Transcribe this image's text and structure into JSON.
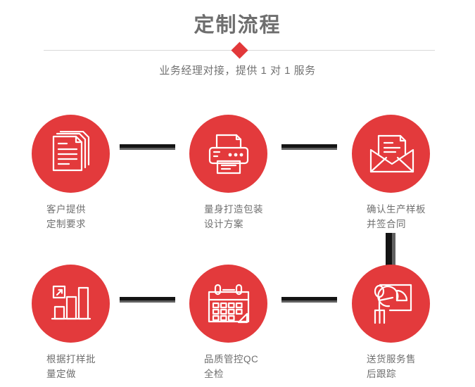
{
  "header": {
    "title": "定制流程",
    "subtitle": "业务经理对接，提供 1 对 1 服务",
    "diamond_icon": "diamond-accent-icon"
  },
  "colors": {
    "accent_red": "#e33a3c",
    "title_gray": "#6e6e6e",
    "label_gray": "#6f6f6f",
    "divider_gray": "#d9d9d9",
    "connector_dark": "#141414",
    "connector_gray": "#616161"
  },
  "steps": [
    {
      "index": "1",
      "icon": "documents-stack-icon",
      "label": "客户提供\n定制要求"
    },
    {
      "index": "2",
      "icon": "printer-icon",
      "label": "量身打造包装\n设计方案"
    },
    {
      "index": "3",
      "icon": "envelope-letter-icon",
      "label": "确认生产样板\n并签合同"
    },
    {
      "index": "4",
      "icon": "bar-chart-growth-icon",
      "label": "根据打样批\n量定做"
    },
    {
      "index": "5",
      "icon": "calendar-icon",
      "label": "品质管控QC\n全检"
    },
    {
      "index": "6",
      "icon": "presentation-pie-chart-person-icon",
      "label": "送货服务售\n后跟踪"
    }
  ],
  "connectors": [
    {
      "name": "connector-step1-step2",
      "orientation": "horizontal"
    },
    {
      "name": "connector-step2-step3",
      "orientation": "horizontal"
    },
    {
      "name": "connector-step3-step6",
      "orientation": "vertical"
    },
    {
      "name": "connector-step4-step5",
      "orientation": "horizontal"
    },
    {
      "name": "connector-step5-step6",
      "orientation": "horizontal"
    }
  ]
}
